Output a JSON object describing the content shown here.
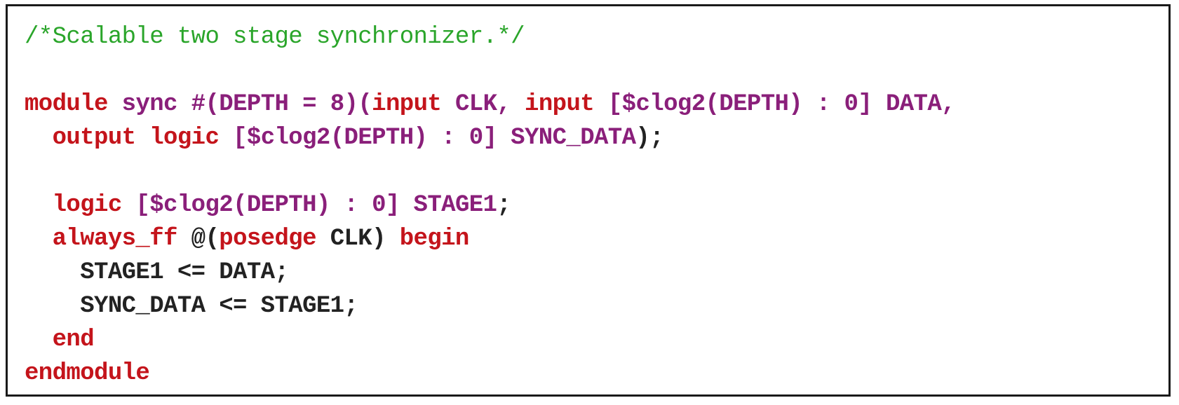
{
  "code": {
    "colors": {
      "comment": "#2aa52a",
      "keyword": "#c4141b",
      "identifier": "#8a1f7a",
      "plain": "#222222"
    },
    "lines": [
      [
        {
          "t": "/*Scalable two stage synchronizer.*/",
          "k": "comment"
        }
      ],
      [],
      [
        {
          "t": "module",
          "k": "keyword"
        },
        {
          "t": " ",
          "k": "plain"
        },
        {
          "t": "sync",
          "k": "ident"
        },
        {
          "t": " #(",
          "k": "ident"
        },
        {
          "t": "DEPTH",
          "k": "ident"
        },
        {
          "t": " = ",
          "k": "ident"
        },
        {
          "t": "8",
          "k": "ident"
        },
        {
          "t": ")(",
          "k": "ident"
        },
        {
          "t": "input",
          "k": "keyword"
        },
        {
          "t": " ",
          "k": "plain"
        },
        {
          "t": "CLK",
          "k": "ident"
        },
        {
          "t": ", ",
          "k": "ident"
        },
        {
          "t": "input",
          "k": "keyword"
        },
        {
          "t": " [",
          "k": "ident"
        },
        {
          "t": "$clog2(DEPTH) : 0",
          "k": "ident"
        },
        {
          "t": "] ",
          "k": "ident"
        },
        {
          "t": "DATA",
          "k": "ident"
        },
        {
          "t": ",",
          "k": "ident"
        }
      ],
      [
        {
          "t": "  ",
          "k": "plain"
        },
        {
          "t": "output",
          "k": "keyword"
        },
        {
          "t": " ",
          "k": "plain"
        },
        {
          "t": "logic",
          "k": "keyword"
        },
        {
          "t": " [",
          "k": "ident"
        },
        {
          "t": "$clog2(DEPTH) : 0",
          "k": "ident"
        },
        {
          "t": "] ",
          "k": "ident"
        },
        {
          "t": "SYNC_DATA",
          "k": "ident"
        },
        {
          "t": ");",
          "k": "plain"
        }
      ],
      [],
      [
        {
          "t": "  ",
          "k": "plain"
        },
        {
          "t": "logic",
          "k": "keyword"
        },
        {
          "t": " [",
          "k": "ident"
        },
        {
          "t": "$clog2(DEPTH) : 0",
          "k": "ident"
        },
        {
          "t": "] ",
          "k": "ident"
        },
        {
          "t": "STAGE1",
          "k": "ident"
        },
        {
          "t": ";",
          "k": "plain"
        }
      ],
      [
        {
          "t": "  ",
          "k": "plain"
        },
        {
          "t": "always_ff",
          "k": "keyword"
        },
        {
          "t": " @(",
          "k": "plain"
        },
        {
          "t": "posedge",
          "k": "keyword"
        },
        {
          "t": " CLK) ",
          "k": "plain"
        },
        {
          "t": "begin",
          "k": "keyword"
        }
      ],
      [
        {
          "t": "    STAGE1 <= DATA;",
          "k": "plain"
        }
      ],
      [
        {
          "t": "    SYNC_DATA <= STAGE1;",
          "k": "plain"
        }
      ],
      [
        {
          "t": "  ",
          "k": "plain"
        },
        {
          "t": "end",
          "k": "keyword"
        }
      ],
      [
        {
          "t": "endmodule",
          "k": "keyword"
        }
      ]
    ]
  }
}
